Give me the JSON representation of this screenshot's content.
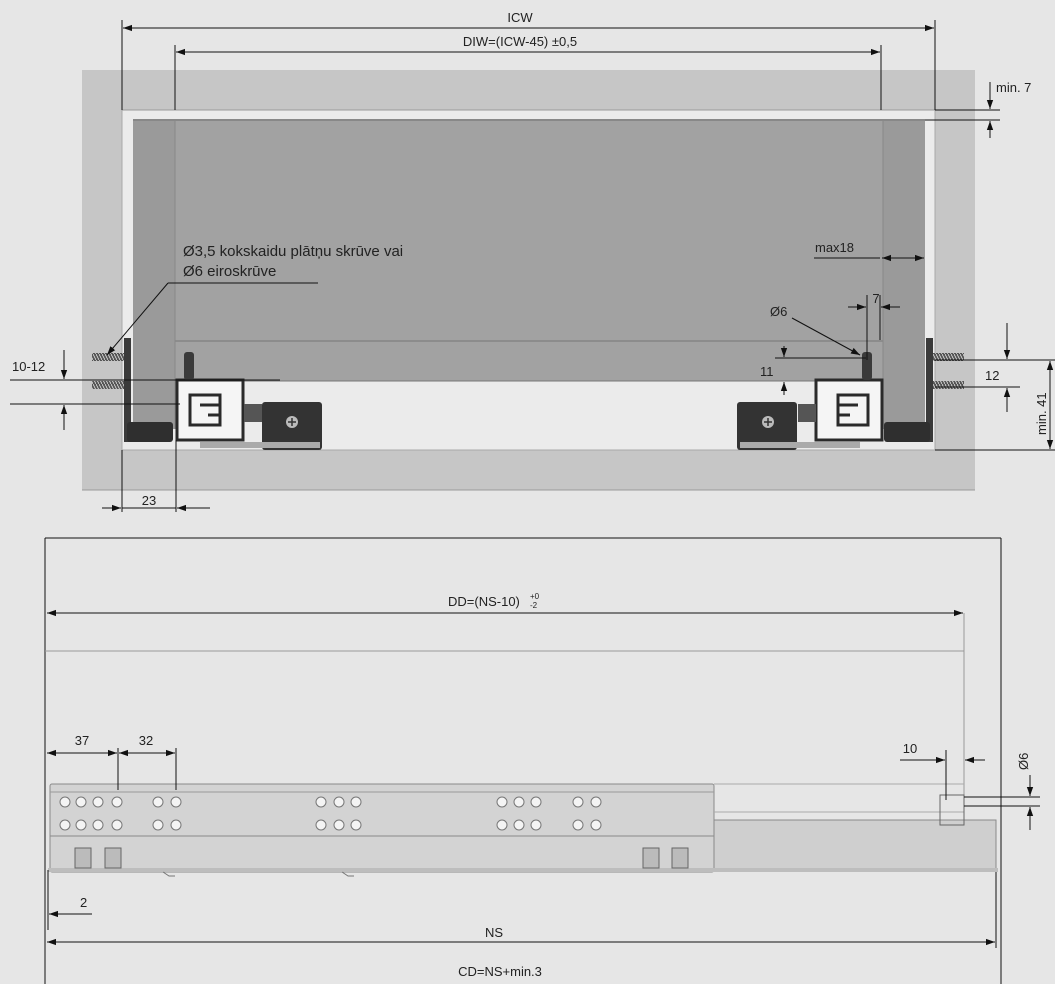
{
  "front_view": {
    "icw_label": "ICW",
    "diw_label": "DIW=(ICW-45) ±0,5",
    "min7_label": "min. 7",
    "max18_label": "max18",
    "screw_note_line1": "Ø3,5 kokskaidu plātņu skrūve vai",
    "screw_note_line2": "Ø6 eiroskrūve",
    "range_label": "10-12",
    "d23_label": "23",
    "d7_label": "7",
    "phi6_label": "Ø6",
    "d11_label": "11",
    "d12_label": "12",
    "min41_label": "min. 41"
  },
  "side_view": {
    "dd_label": "DD=(NS-10)",
    "dd_tol_plus": "+0",
    "dd_tol_minus": "-2",
    "d37_label": "37",
    "d32_label": "32",
    "d10_label": "10",
    "phi6_label": "Ø6",
    "d2_label": "2",
    "ns_label": "NS",
    "cd_label": "CD=NS+min.3"
  },
  "colors": {
    "background": "#e6e6e6",
    "cabinet": "#c6c6c6",
    "drawer": "#9c9c9c",
    "runner": "#d3d3d3",
    "hardware_dark": "#333333"
  }
}
